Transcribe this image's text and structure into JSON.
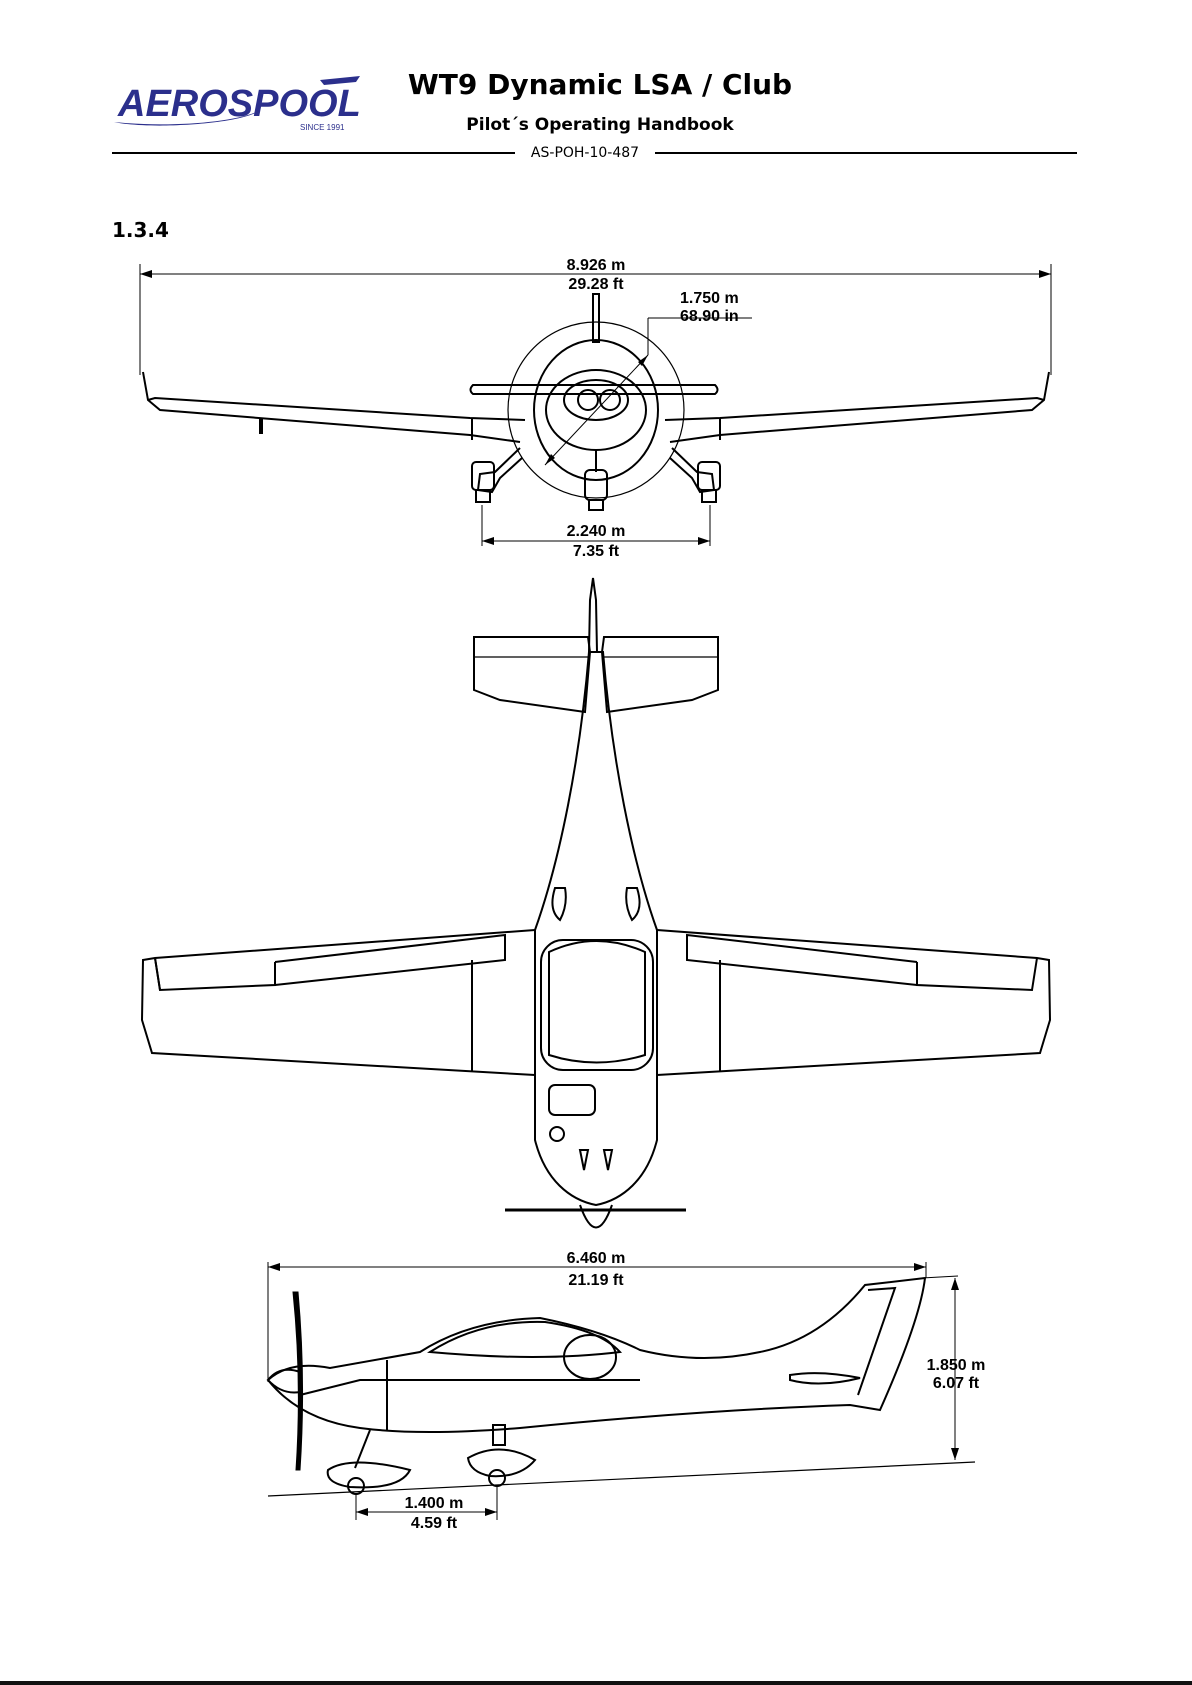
{
  "header": {
    "logo_text": "AEROSPOOL",
    "logo_tagline": "SINCE 1991",
    "title": "WT9 Dynamic LSA / Club",
    "subtitle": "Pilot´s Operating Handbook",
    "doc_code": "AS-POH-10-487"
  },
  "section": {
    "number": "1.3.4"
  },
  "front_view": {
    "wingspan_m": "8.926 m",
    "wingspan_ft": "29.28 ft",
    "prop_diameter_m": "1.750 m",
    "prop_diameter_in": "68.90 in",
    "track_m": "2.240 m",
    "track_ft": "7.35 ft"
  },
  "side_view": {
    "length_m": "6.460 m",
    "length_ft": "21.19 ft",
    "height_m": "1.850 m",
    "height_ft": "6.07 ft",
    "wheelbase_m": "1.400 m",
    "wheelbase_ft": "4.59 ft"
  },
  "colors": {
    "logo_blue": "#2b2f8c",
    "line": "#000000"
  }
}
